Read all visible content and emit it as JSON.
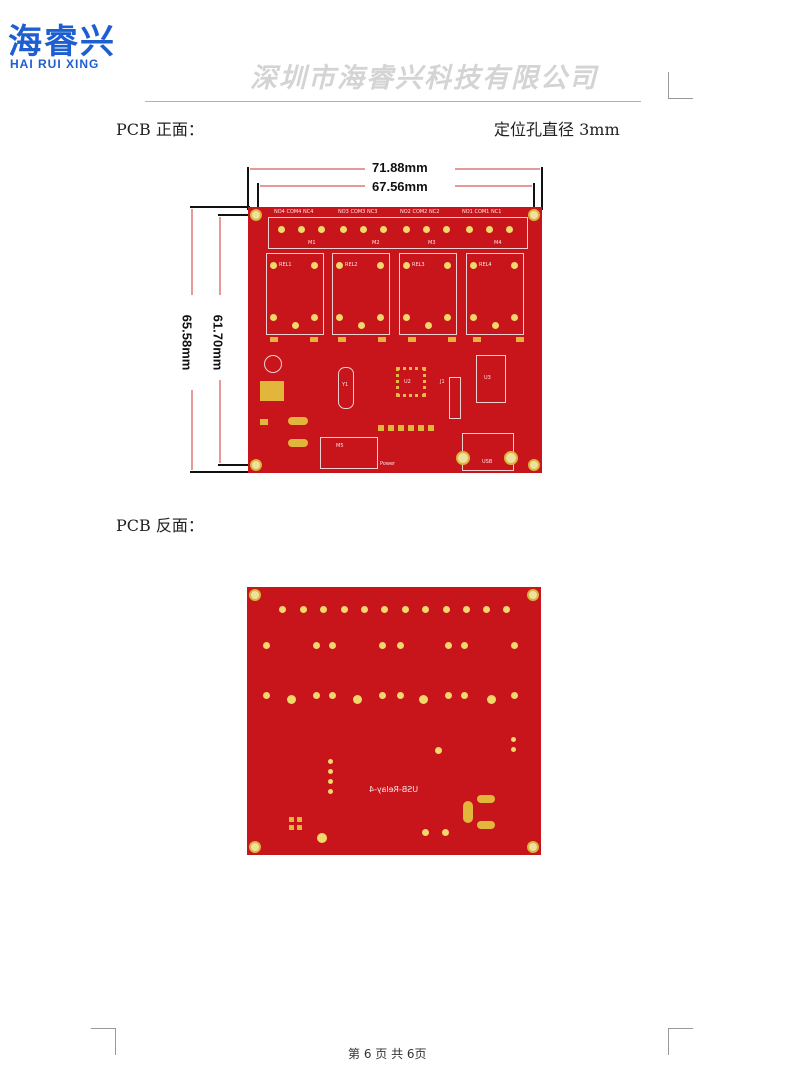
{
  "header": {
    "logo_cn": "海睿兴",
    "logo_en": "HAI RUI XING",
    "company_name": "深圳市海睿兴科技有限公司"
  },
  "front": {
    "label": "PCB 正面：",
    "hole_note": "定位孔直径 3mm",
    "dim_width_outer": "71.88mm",
    "dim_width_inner": "67.56mm",
    "dim_height_outer": "65.58mm",
    "dim_height_inner": "61.70mm",
    "terminal_labels": [
      "NO4 COM4 NC4",
      "NO3 COM3 NC3",
      "NO2 COM2 NC2",
      "NO1 COM1 NC1"
    ],
    "module_labels": [
      "M1",
      "M2",
      "M3",
      "M4"
    ],
    "relay_labels": [
      "REL1",
      "REL2",
      "REL3",
      "REL4"
    ],
    "chip_labels": [
      "U2",
      "U3",
      "Y1",
      "J1",
      "M5",
      "USB",
      "Power"
    ]
  },
  "back": {
    "label": "PCB 反面：",
    "silk_text": "USB-Relay-4"
  },
  "footer": {
    "page_text": "第 6 页 共 6页"
  }
}
